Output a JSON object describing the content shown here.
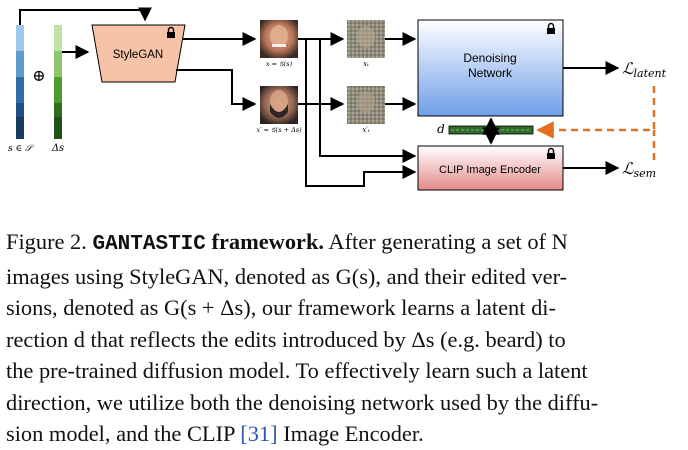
{
  "figure": {
    "stylegan_label": "StyleGAN",
    "denoising_label_1": "Denoising",
    "denoising_label_2": "Network",
    "clip_label": "CLIP Image Encoder",
    "s_label": "s ∈ 𝒮",
    "delta_label": "Δs",
    "x_label": "x = 𝒢(s)",
    "x_prime_label": "x′ = 𝒢(s + Δs)",
    "xt_label": "xₜ",
    "xt_prime_label": "x′ₜ",
    "d_label": "d",
    "loss_latent": "ℒ",
    "loss_latent_sub": "latent",
    "loss_sem": "ℒ",
    "loss_sem_sub": "sem",
    "oplus": "⊕",
    "colors": {
      "stylegan_fill": "#f7c3a8",
      "denoise_top": "#ffffff",
      "denoise_bottom": "#6f9ee8",
      "clip_top": "#ffffff",
      "clip_bottom": "#e48a8a",
      "s_bar": [
        "#9ec7ec",
        "#5f9bcc",
        "#2f6ea8",
        "#1f4f82",
        "#173b63"
      ],
      "delta_bar": [
        "#bfe4a8",
        "#8cc76a",
        "#4f9a33",
        "#2e6c1f",
        "#234f18"
      ],
      "dashed_arrow": "#e0701f",
      "d_bar": "#2f6b2a"
    }
  },
  "caption": {
    "label": "Figure 2.",
    "name": "GANTASTIC",
    "title": "framework.",
    "lines": [
      "After generating a set of N",
      "images using StyleGAN, denoted as G(s), and their edited ver-",
      "sions, denoted as G(s + Δs), our framework learns a latent di-",
      "rection d that reflects the edits introduced by Δs (e.g.  beard) to",
      "the pre-trained diffusion model. To effectively learn such a latent",
      "direction, we utilize both the denoising network used by the diffu-",
      "sion model, and the CLIP",
      "[31]",
      "Image Encoder."
    ]
  }
}
